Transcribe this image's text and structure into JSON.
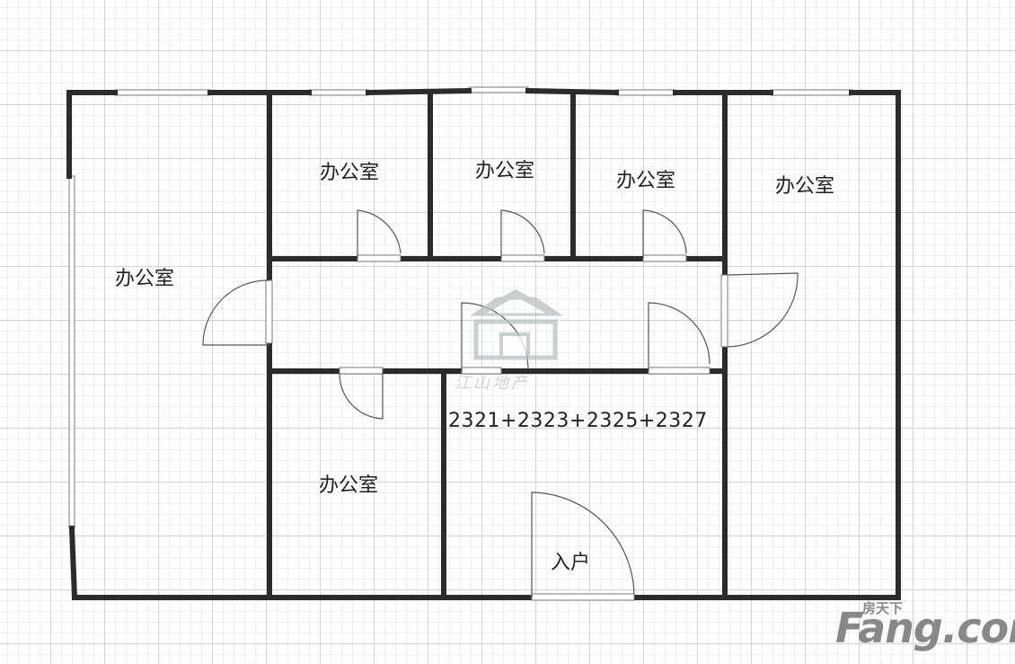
{
  "rooms": {
    "office_left": "办公室",
    "office_top1": "办公室",
    "office_top2": "办公室",
    "office_top3": "办公室",
    "office_right": "办公室",
    "office_bottom": "办公室",
    "entrance": "入户",
    "unit_numbers": "2321+2323+2325+2327"
  },
  "watermark": {
    "agency_text": "江山地产",
    "site_small": "房天下",
    "site_big": "Fang.com"
  },
  "colors": {
    "wall": "#2b2b2b",
    "door_line": "#555555",
    "window_fill": "#ffffff",
    "watermark": "#b9bfc4"
  }
}
